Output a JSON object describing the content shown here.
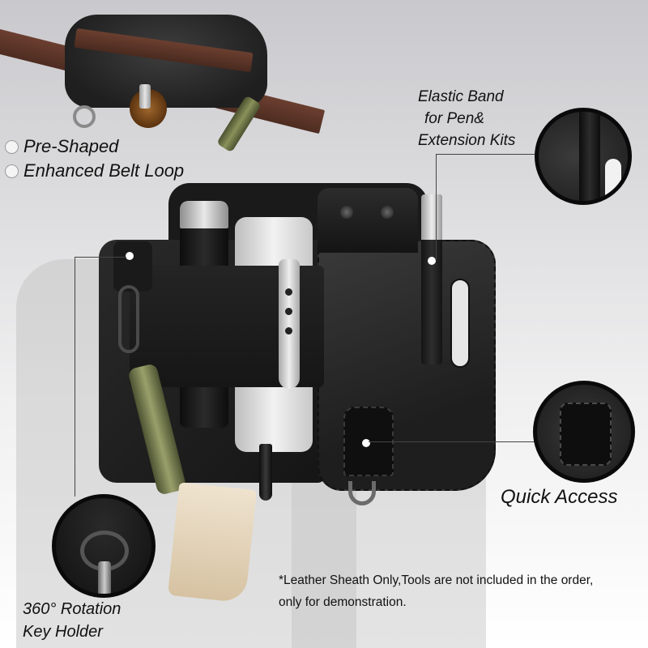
{
  "features": [
    {
      "label": "Pre-Shaped",
      "icon": "radio-circle-icon"
    },
    {
      "label": "Enhanced Belt Loop",
      "icon": "radio-circle-icon"
    }
  ],
  "callouts": {
    "elastic_band": {
      "lines": [
        "Elastic Band",
        "for Pen&",
        "Extension Kits"
      ]
    },
    "quick_access": {
      "label": "Quick Access"
    },
    "key_holder": {
      "lines": [
        "360° Rotation",
        "Key Holder"
      ]
    }
  },
  "disclaimer": {
    "line1": "*Leather Sheath Only,Tools are not included in the order,",
    "line2": "only for demonstration."
  },
  "colors": {
    "leather": "#1e1e1e",
    "belt": "#5a3427",
    "text": "#111111",
    "callout_line": "#444444"
  }
}
